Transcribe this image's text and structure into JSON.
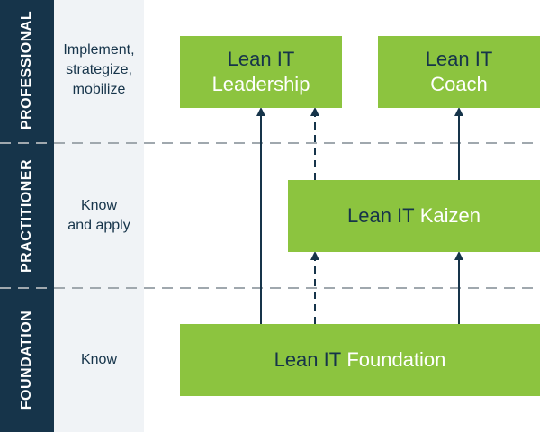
{
  "bands": [
    {
      "name": "PROFESSIONAL",
      "description": [
        "Implement,",
        "strategize,",
        "mobilize"
      ]
    },
    {
      "name": "PRACTITIONER",
      "description": [
        "Know",
        "and apply"
      ]
    },
    {
      "name": "FOUNDATION",
      "description": [
        "Know"
      ]
    }
  ],
  "boxes": {
    "leadership": {
      "prefix": "Lean IT",
      "name": "Leadership"
    },
    "coach": {
      "prefix": "Lean IT",
      "name": "Coach"
    },
    "kaizen": {
      "prefix": "Lean IT",
      "name": "Kaizen"
    },
    "foundation": {
      "prefix": "Lean IT",
      "name": "Foundation"
    }
  },
  "colors": {
    "navy": "#16344a",
    "green": "#8cc43f",
    "panel": "#f0f3f6",
    "divider": "#a0a8ae"
  }
}
